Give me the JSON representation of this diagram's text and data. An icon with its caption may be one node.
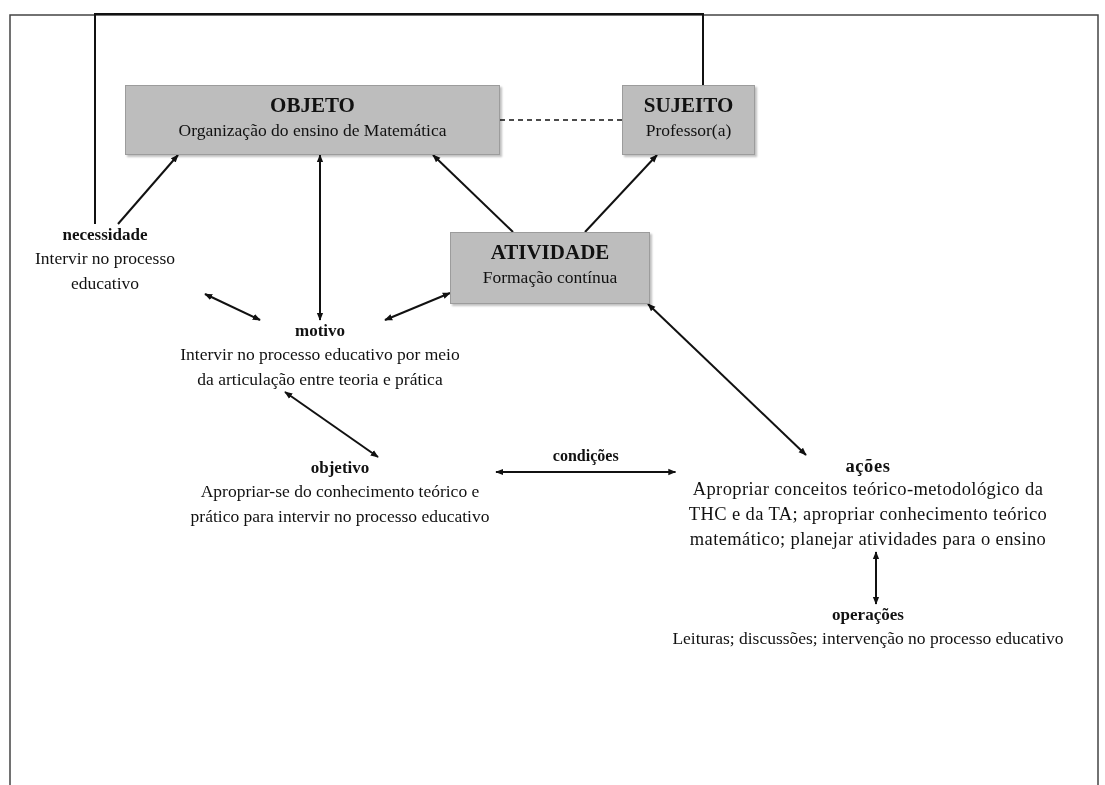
{
  "diagram": {
    "nodes": [
      {
        "text": [
          "OBJETO",
          "Organização do ensino de Matemática"
        ]
      },
      {
        "text": [
          "SUJEITO",
          "Professor(a)"
        ]
      },
      {
        "text": [
          "necessidade",
          "Intervir no processo educativo"
        ]
      },
      {
        "text": [
          "ATIVIDADE",
          "Formação contínua"
        ]
      },
      {
        "text": [
          "motivo",
          "Intervir no processo educativo por meio da articulação entre teoria e prática"
        ]
      },
      {
        "text": [
          "objetivo",
          "Apropriar-se do conhecimento teórico e prático para intervir no processo educativo"
        ]
      },
      {
        "text": [
          "ações",
          "Apropriar conceitos teórico-metodológico da THC e da TA; apropriar conhecimento teórico matemático; planejar atividades para o ensino"
        ]
      },
      {
        "text": [
          "operações",
          "Leituras; discussões;  intervenção no processo educativo"
        ]
      }
    ],
    "edges": [
      {
        "from": 2,
        "to": 0,
        "arrow": "to"
      },
      {
        "from": 2,
        "to": 1,
        "arrow": "none"
      },
      {
        "from": 0,
        "to": 1,
        "arrow": "none",
        "style": "dashed"
      },
      {
        "from": 3,
        "to": 0,
        "arrow": "to"
      },
      {
        "from": 3,
        "to": 1,
        "arrow": "to"
      },
      {
        "from": 0,
        "to": 4,
        "arrow": "both"
      },
      {
        "from": 2,
        "to": 4,
        "arrow": "both"
      },
      {
        "from": 3,
        "to": 4,
        "arrow": "both"
      },
      {
        "from": 4,
        "to": 5,
        "arrow": "both"
      },
      {
        "from": 5,
        "to": 6,
        "arrow": "both",
        "label": "condições"
      },
      {
        "from": 3,
        "to": 6,
        "arrow": "both"
      },
      {
        "from": 6,
        "to": 7,
        "arrow": "both"
      }
    ]
  }
}
